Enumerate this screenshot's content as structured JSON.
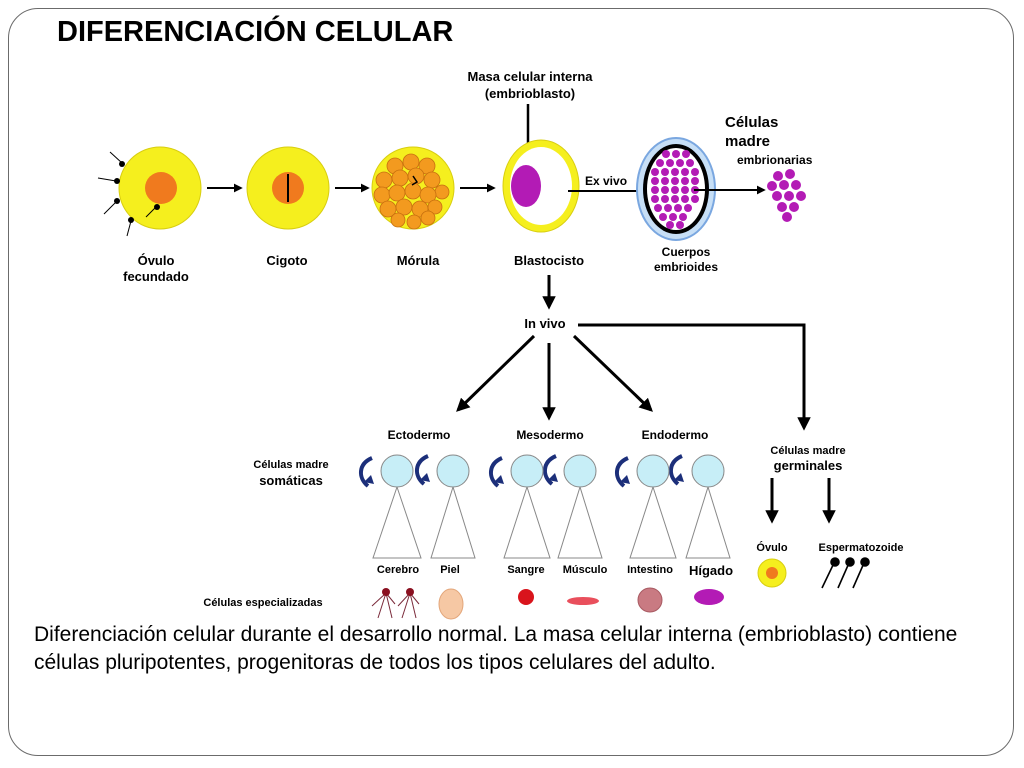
{
  "title": "DIFERENCIACIÓN CELULAR",
  "caption": "Diferenciación celular durante el desarrollo normal. La masa celular interna (embrioblasto) contiene células pluripotentes, progenitoras de todos los tipos celulares del adulto.",
  "labels": {
    "masa_line1": "Masa celular interna",
    "masa_line2": "(embrioblasto)",
    "celulas_madre_line1": "Células",
    "celulas_madre_line2": "madre",
    "embrionarias": "embrionarias",
    "ex_vivo": "Ex vivo",
    "ovulo_line1": "Óvulo",
    "ovulo_line2": "fecundado",
    "cigoto": "Cigoto",
    "morula": "Mórula",
    "blastocisto": "Blastocisto",
    "cuerpos_line1": "Cuerpos",
    "cuerpos_line2": "embrioides",
    "in_vivo": "In vivo",
    "ectodermo": "Ectodermo",
    "mesodermo": "Mesodermo",
    "endodermo": "Endodermo",
    "somaticas_line1": "Células madre",
    "somaticas_line2": "somáticas",
    "germinales_line1": "Células madre",
    "germinales_line2": "germinales",
    "especializadas": "Células especializadas",
    "cerebro": "Cerebro",
    "piel": "Piel",
    "sangre": "Sangre",
    "musculo": "Músculo",
    "intestino": "Intestino",
    "higado": "Hígado",
    "ovulo_germ": "Óvulo",
    "espermatozoide": "Espermatozoide"
  },
  "colors": {
    "yellow": "#f5ef1e",
    "orange": "#f07a1e",
    "morula_cell": "#f39a1f",
    "purple": "#b31bb5",
    "cyan_cell": "#c7eef7",
    "blue_border": "#7aa7e0",
    "navy_arrow": "#1c2f7a",
    "blood": "#d9141c",
    "muscle": "#e94f5c",
    "skin": "#f6c8a4",
    "intestine": "#c97a82",
    "liver": "#b31bb5"
  }
}
